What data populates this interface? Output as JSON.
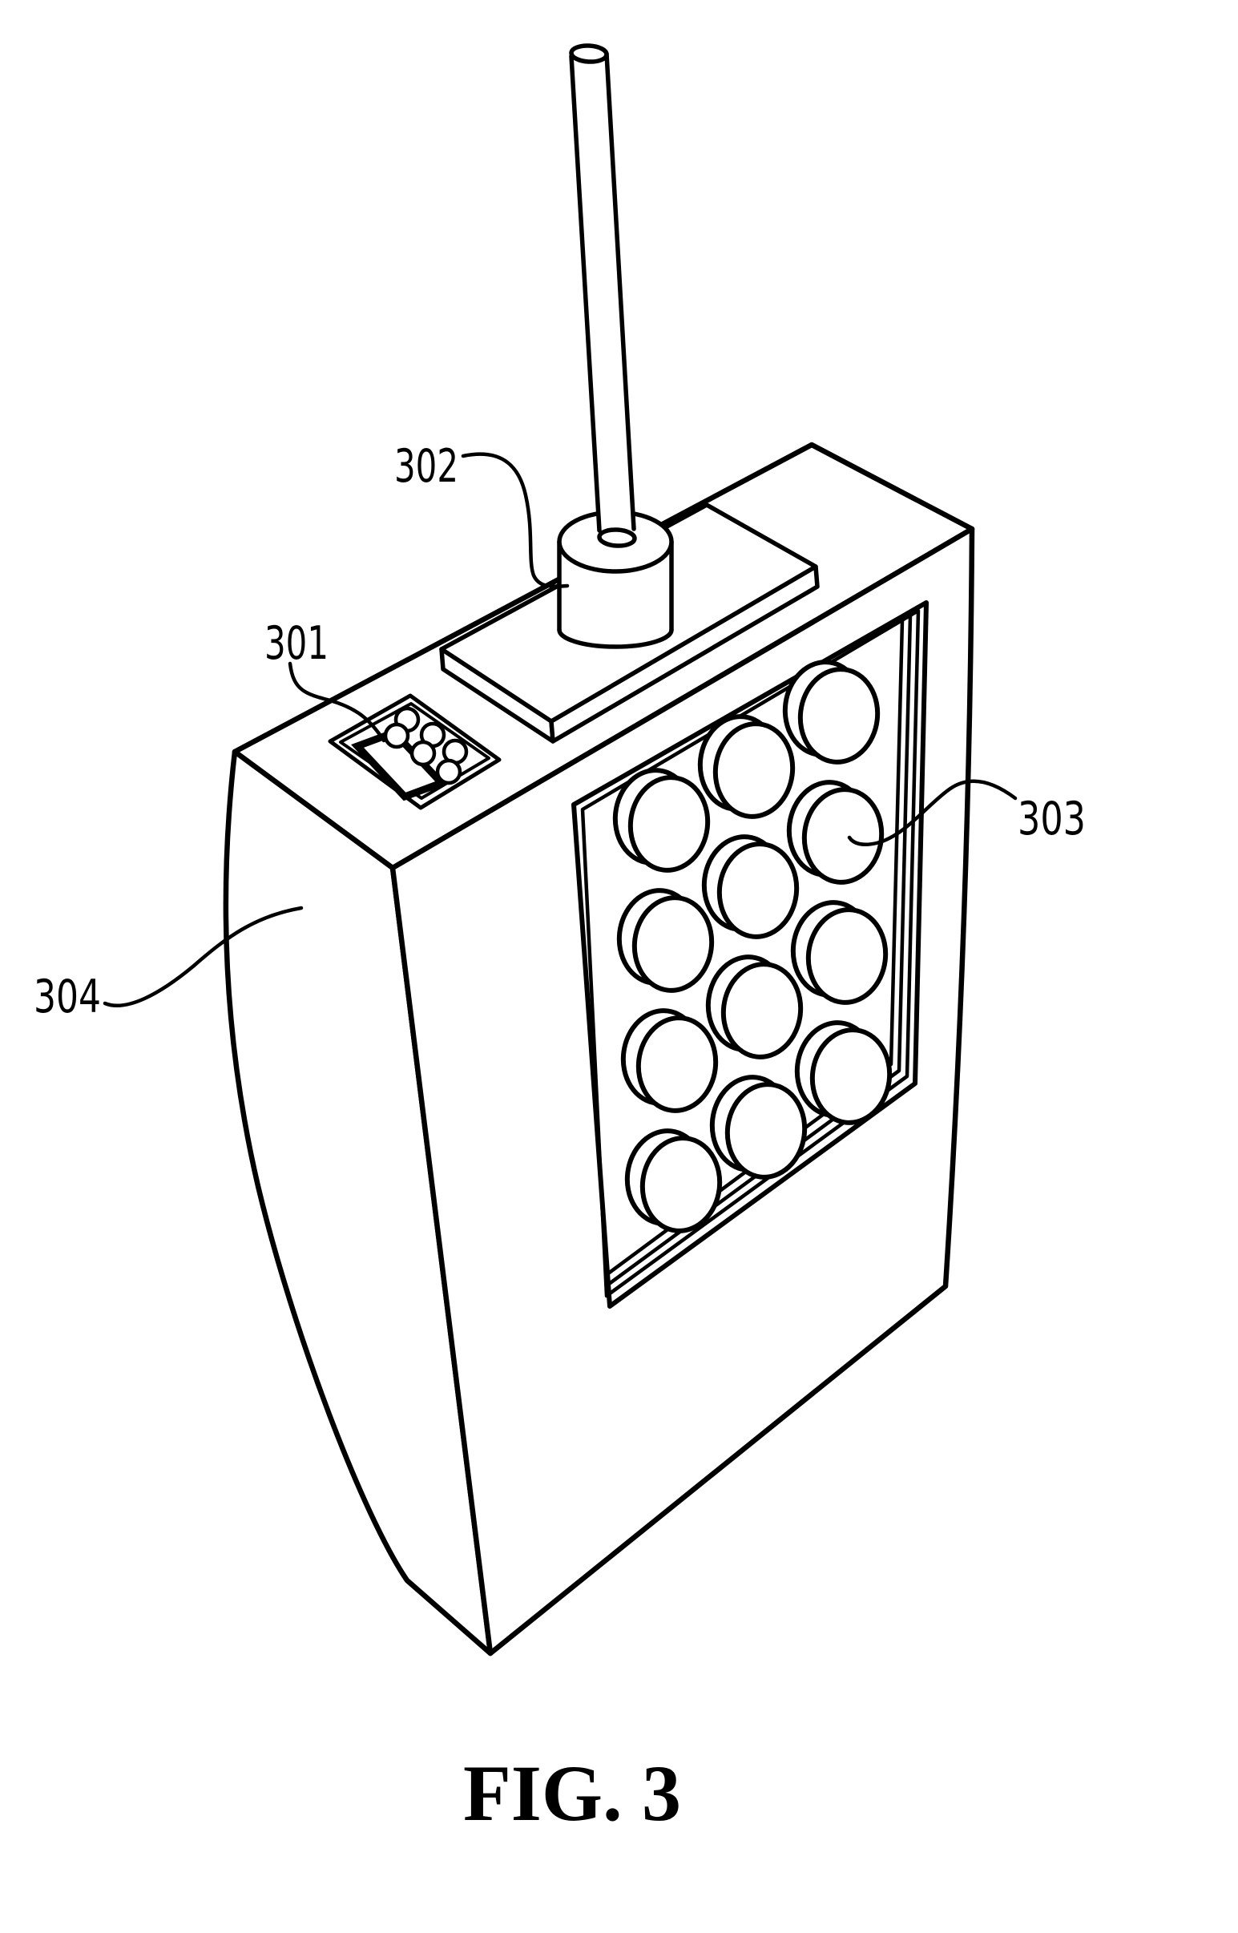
{
  "figure": {
    "caption": "FIG. 3",
    "reference_labels": {
      "l301": "301",
      "l302": "302",
      "l303": "303",
      "l304": "304"
    }
  }
}
